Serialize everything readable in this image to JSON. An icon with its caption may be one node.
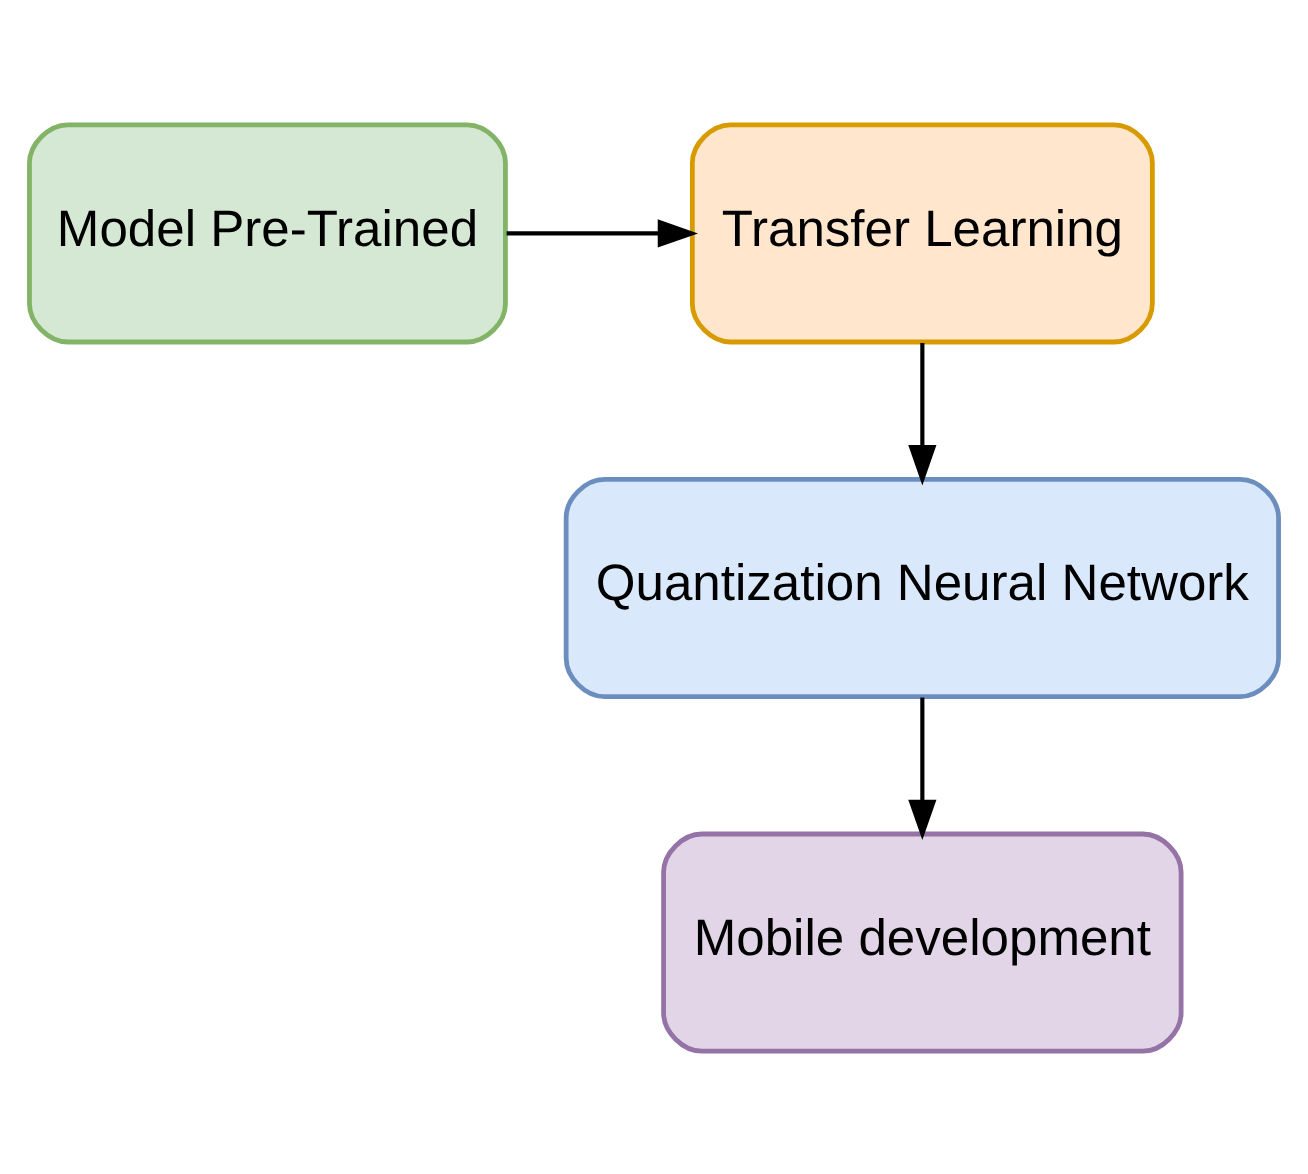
{
  "diagram": {
    "nodes": [
      {
        "text": [
          "Model Pre-Trained"
        ]
      },
      {
        "text": [
          "Transfer Learning"
        ]
      },
      {
        "text": [
          "Quantization Neural Network"
        ]
      },
      {
        "text": [
          "Mobile development"
        ]
      }
    ],
    "edges": [
      {
        "from": 0,
        "to": 1,
        "arrow": "to"
      },
      {
        "from": 1,
        "to": 2,
        "arrow": "to"
      },
      {
        "from": 2,
        "to": 3,
        "arrow": "to"
      }
    ]
  }
}
